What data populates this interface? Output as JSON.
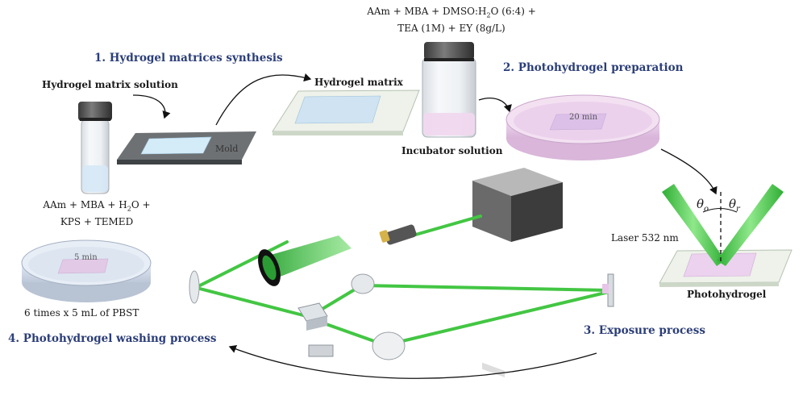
{
  "steps": {
    "s1": "1. Hydrogel matrices synthesis",
    "s2": "2. Photohydrogel preparation",
    "s3": "3. Exposure process",
    "s4": "4. Photohydrogel washing process"
  },
  "labels": {
    "matrix_solution": "Hydrogel matrix solution",
    "mold": "Mold",
    "hydrogel_matrix": "Hydrogel matrix",
    "incubator_solution": "Incubator solution",
    "time_20": "20 min",
    "time_5": "5 min",
    "wash": "6 times x 5 mL of PBST",
    "laser": "Laser 532 nm",
    "photohydrogel": "Photohydrogel",
    "theta_o": "θ",
    "theta_o_sub": "o",
    "theta_r": "θ",
    "theta_r_sub": "r"
  },
  "recipes": {
    "top_line1": "AAm + MBA + DMSO:H",
    "top_sub": "2",
    "top_line1_end": "O (6:4) +",
    "top_line2": "TEA (1M) + EY (8g/L)",
    "left_line1": "AAm + MBA + H",
    "left_sub": "2",
    "left_line1_end": "O +",
    "left_line2": "KPS + TEMED"
  },
  "colors": {
    "step_text": "#2b3e78",
    "laser_green": "#3ec63e",
    "gel_pink": "#e9c6ec",
    "matrix_blue": "#cfe6f5"
  }
}
